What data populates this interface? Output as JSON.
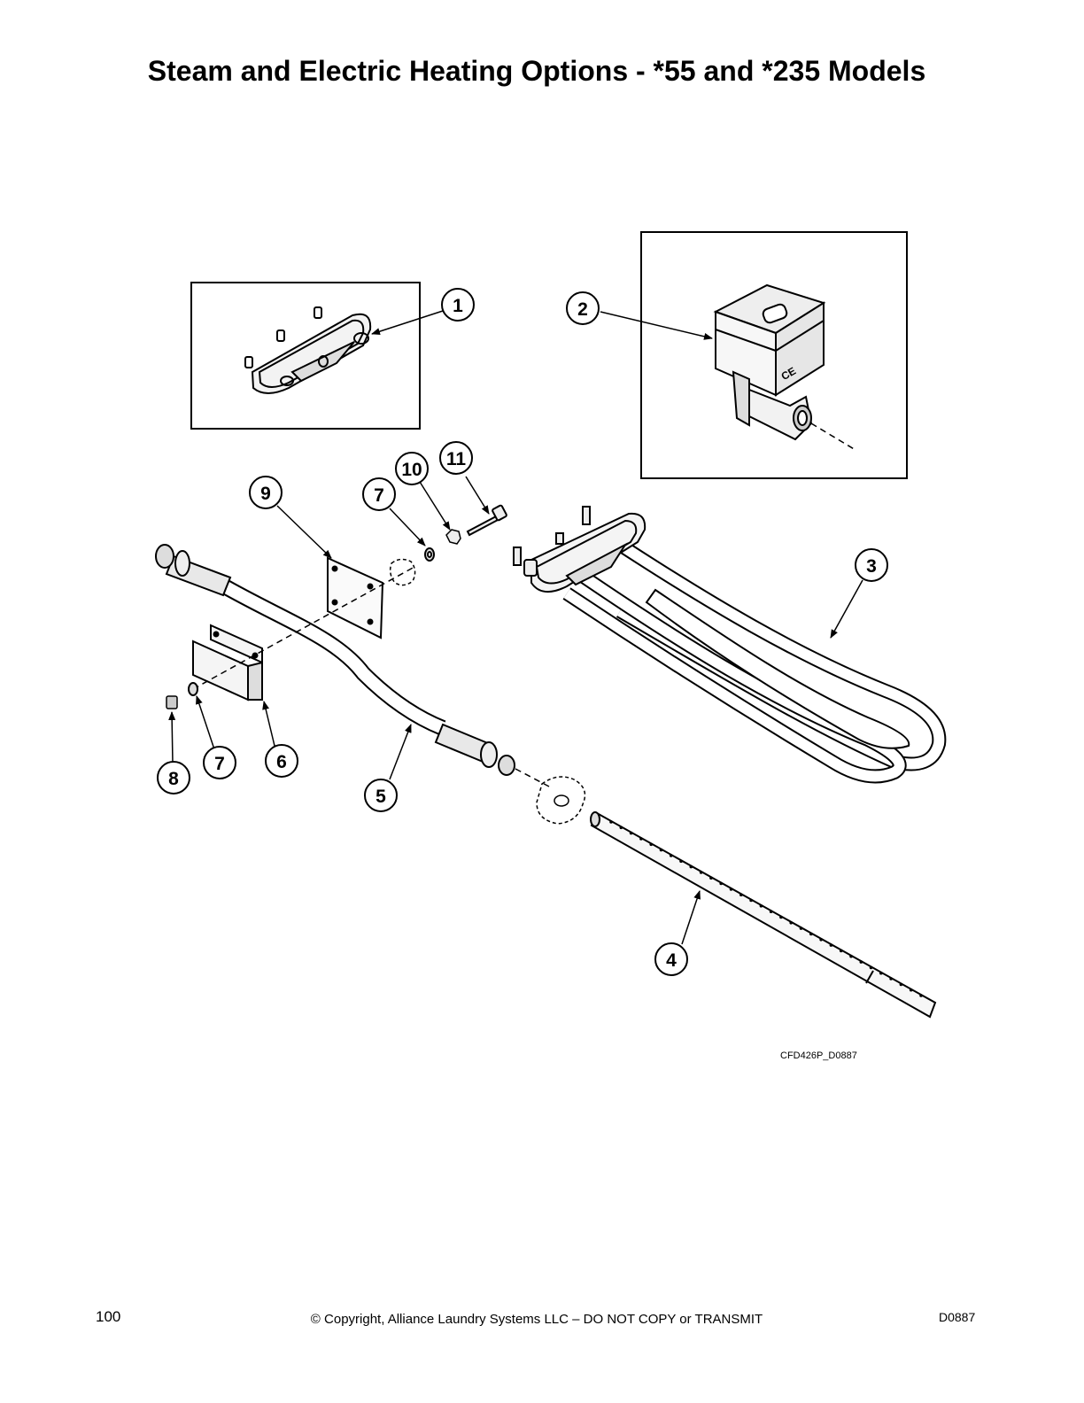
{
  "page": {
    "title": "Steam and Electric Heating Options - *55 and *235 Models",
    "drawing_id": "CFD426P_D0887",
    "page_number": "100",
    "copyright": "© Copyright, Alliance Laundry Systems LLC – DO NOT COPY or TRANSMIT",
    "doc_code": "D0887"
  },
  "callouts": {
    "c1": "1",
    "c2": "2",
    "c3": "3",
    "c4": "4",
    "c5": "5",
    "c6": "6",
    "c7a": "7",
    "c7b": "7",
    "c8": "8",
    "c9": "9",
    "c10": "10",
    "c11": "11"
  },
  "labels": {
    "ce_mark": "CE"
  }
}
